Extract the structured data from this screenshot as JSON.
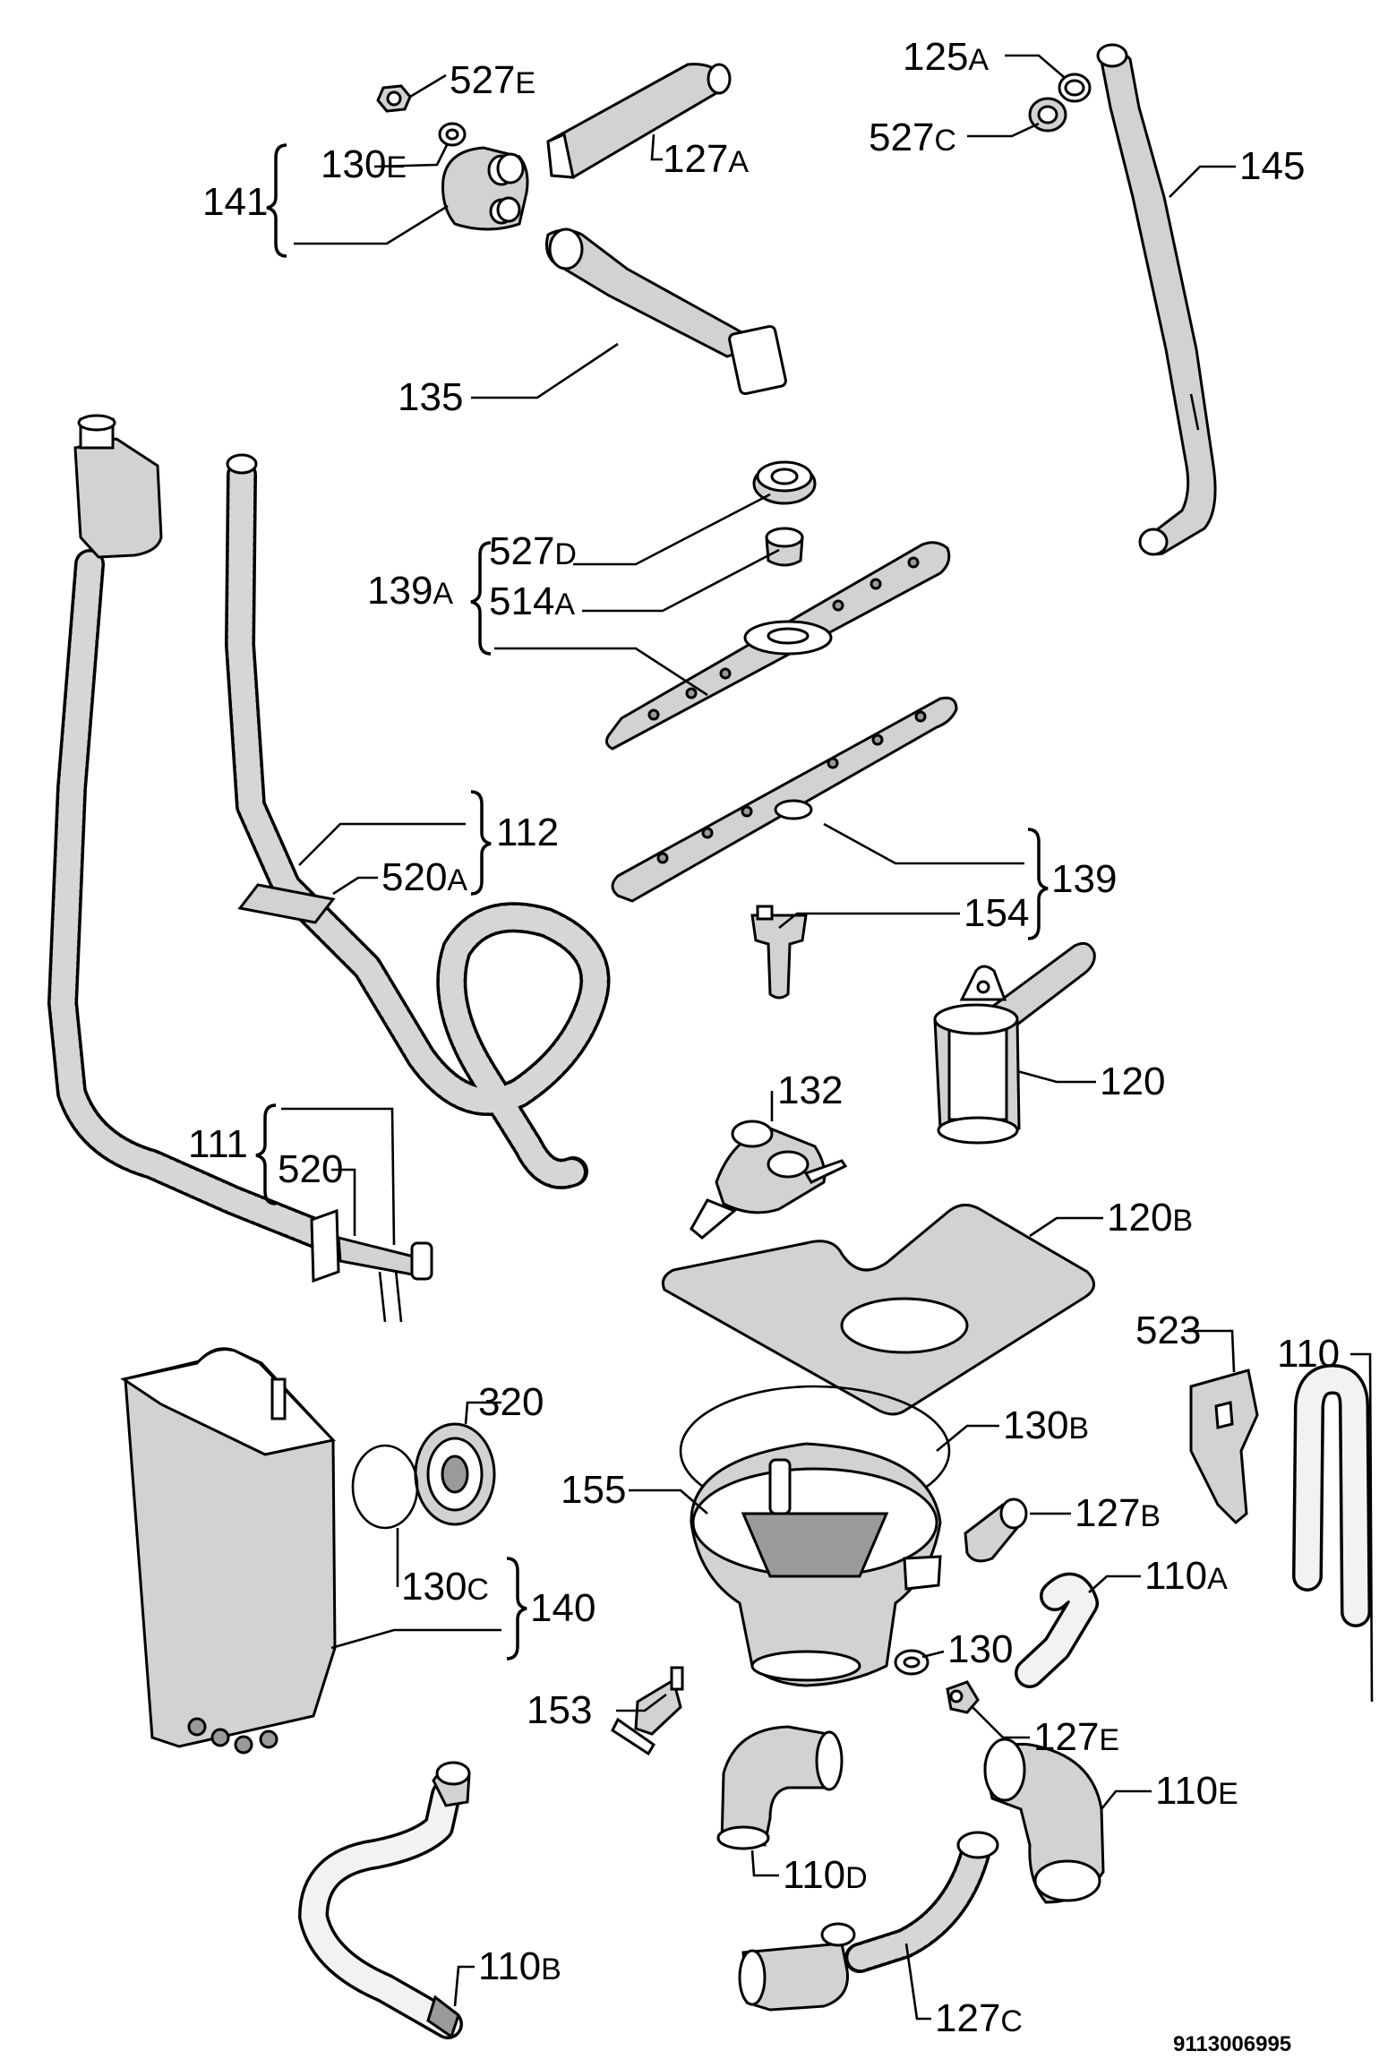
{
  "diagram": {
    "reference_number": "9113006995",
    "labels": [
      {
        "id": "527E",
        "num": "527",
        "sfx": "E"
      },
      {
        "id": "130E",
        "num": "130",
        "sfx": "E"
      },
      {
        "id": "141",
        "num": "141",
        "sfx": ""
      },
      {
        "id": "127A",
        "num": "127",
        "sfx": "A"
      },
      {
        "id": "135",
        "num": "135",
        "sfx": ""
      },
      {
        "id": "125A",
        "num": "125",
        "sfx": "A"
      },
      {
        "id": "527C",
        "num": "527",
        "sfx": "C"
      },
      {
        "id": "145",
        "num": "145",
        "sfx": ""
      },
      {
        "id": "139A",
        "num": "139",
        "sfx": "A"
      },
      {
        "id": "527D",
        "num": "527",
        "sfx": "D"
      },
      {
        "id": "514A",
        "num": "514",
        "sfx": "A"
      },
      {
        "id": "112",
        "num": "112",
        "sfx": ""
      },
      {
        "id": "520A",
        "num": "520",
        "sfx": "A"
      },
      {
        "id": "139",
        "num": "139",
        "sfx": ""
      },
      {
        "id": "154",
        "num": "154",
        "sfx": ""
      },
      {
        "id": "120",
        "num": "120",
        "sfx": ""
      },
      {
        "id": "132",
        "num": "132",
        "sfx": ""
      },
      {
        "id": "111",
        "num": "111",
        "sfx": ""
      },
      {
        "id": "520",
        "num": "520",
        "sfx": ""
      },
      {
        "id": "120B",
        "num": "120",
        "sfx": "B"
      },
      {
        "id": "523",
        "num": "523",
        "sfx": ""
      },
      {
        "id": "110",
        "num": "110",
        "sfx": ""
      },
      {
        "id": "320",
        "num": "320",
        "sfx": ""
      },
      {
        "id": "130B",
        "num": "130",
        "sfx": "B"
      },
      {
        "id": "155",
        "num": "155",
        "sfx": ""
      },
      {
        "id": "127B",
        "num": "127",
        "sfx": "B"
      },
      {
        "id": "110A",
        "num": "110",
        "sfx": "A"
      },
      {
        "id": "130C",
        "num": "130",
        "sfx": "C"
      },
      {
        "id": "140",
        "num": "140",
        "sfx": ""
      },
      {
        "id": "130",
        "num": "130",
        "sfx": ""
      },
      {
        "id": "127E",
        "num": "127",
        "sfx": "E"
      },
      {
        "id": "153",
        "num": "153",
        "sfx": ""
      },
      {
        "id": "110E",
        "num": "110",
        "sfx": "E"
      },
      {
        "id": "110D",
        "num": "110",
        "sfx": "D"
      },
      {
        "id": "110B",
        "num": "110",
        "sfx": "B"
      },
      {
        "id": "127C",
        "num": "127",
        "sfx": "C"
      }
    ]
  }
}
